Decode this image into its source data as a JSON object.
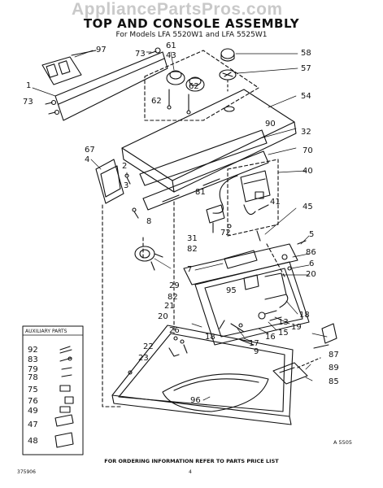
{
  "watermark": "AppliancePartsPros.com",
  "title": "TOP AND CONSOLE ASSEMBLY",
  "subtitle": "For Models LFA 5520W1 and LFA 5525W1",
  "aux_title": "AUXILIARY PARTS",
  "footer": "FOR ORDERING INFORMATION REFER TO PARTS PRICE LIST",
  "drawing_code": "A 5505",
  "doc_number": "375906",
  "page_number": "4",
  "callouts": {
    "c97": "97",
    "c73a": "73",
    "c61": "61",
    "c43": "43",
    "c58": "58",
    "c57": "57",
    "c1": "1",
    "c73b": "73",
    "c62a": "62",
    "c62b": "62",
    "c54": "54",
    "c90": "90",
    "c32": "32",
    "c67": "67",
    "c4": "4",
    "c2": "2",
    "c70": "70",
    "c40": "40",
    "c3": "3",
    "c81": "81",
    "c41": "41",
    "c8": "8",
    "c45": "45",
    "c31": "31",
    "c82a": "82",
    "c72": "72",
    "c5": "5",
    "c86": "86",
    "c6": "6",
    "c7": "7",
    "c20a": "20",
    "c29": "29",
    "c95": "95",
    "c82b": "82",
    "c21": "21",
    "c18a": "18",
    "c20b": "20",
    "c19": "19",
    "c13": "13",
    "c15": "15",
    "c16": "16",
    "c17": "17",
    "c26": "26",
    "c18b": "18",
    "c9": "9",
    "c22": "22",
    "c87": "87",
    "c89": "89",
    "c23": "23",
    "c85": "85",
    "c96": "96"
  },
  "aux_callouts": {
    "a92": "92",
    "a83": "83",
    "a79": "79",
    "a78": "78",
    "a75": "75",
    "a76": "76",
    "a49": "49",
    "a47": "47",
    "a48": "48"
  }
}
